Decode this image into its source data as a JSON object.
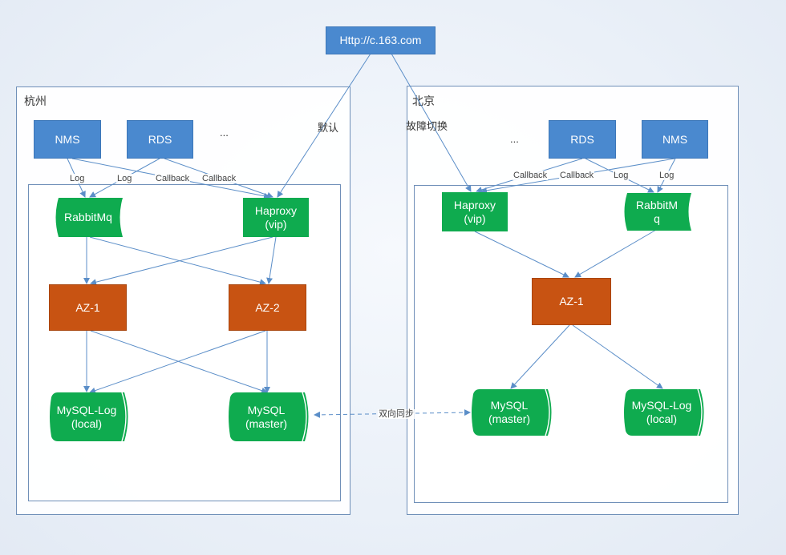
{
  "url_node": "Http://c.163.com",
  "hangzhou": {
    "label": "杭州",
    "nms": "NMS",
    "rds": "RDS",
    "ellipsis": "...",
    "rabbitmq": "RabbitMq",
    "haproxy": "Haproxy\n(vip)",
    "az1": "AZ-1",
    "az2": "AZ-2",
    "mysql_log": "MySQL-Log\n(local)",
    "mysql_master": "MySQL\n(master)"
  },
  "beijing": {
    "label": "北京",
    "rds": "RDS",
    "nms": "NMS",
    "ellipsis": "...",
    "haproxy": "Haproxy\n(vip)",
    "rabbitmq": "RabbitM\nq",
    "az1": "AZ-1",
    "mysql_master": "MySQL\n(master)",
    "mysql_log": "MySQL-Log\n(local)"
  },
  "edge_labels": {
    "default": "默认",
    "failover": "故障切换",
    "sync": "双向同步",
    "log": "Log",
    "callback": "Callback"
  },
  "colors": {
    "blue": "#4a89cf",
    "green": "#0fab4f",
    "orange": "#c85312",
    "line": "#5b8ec8"
  }
}
